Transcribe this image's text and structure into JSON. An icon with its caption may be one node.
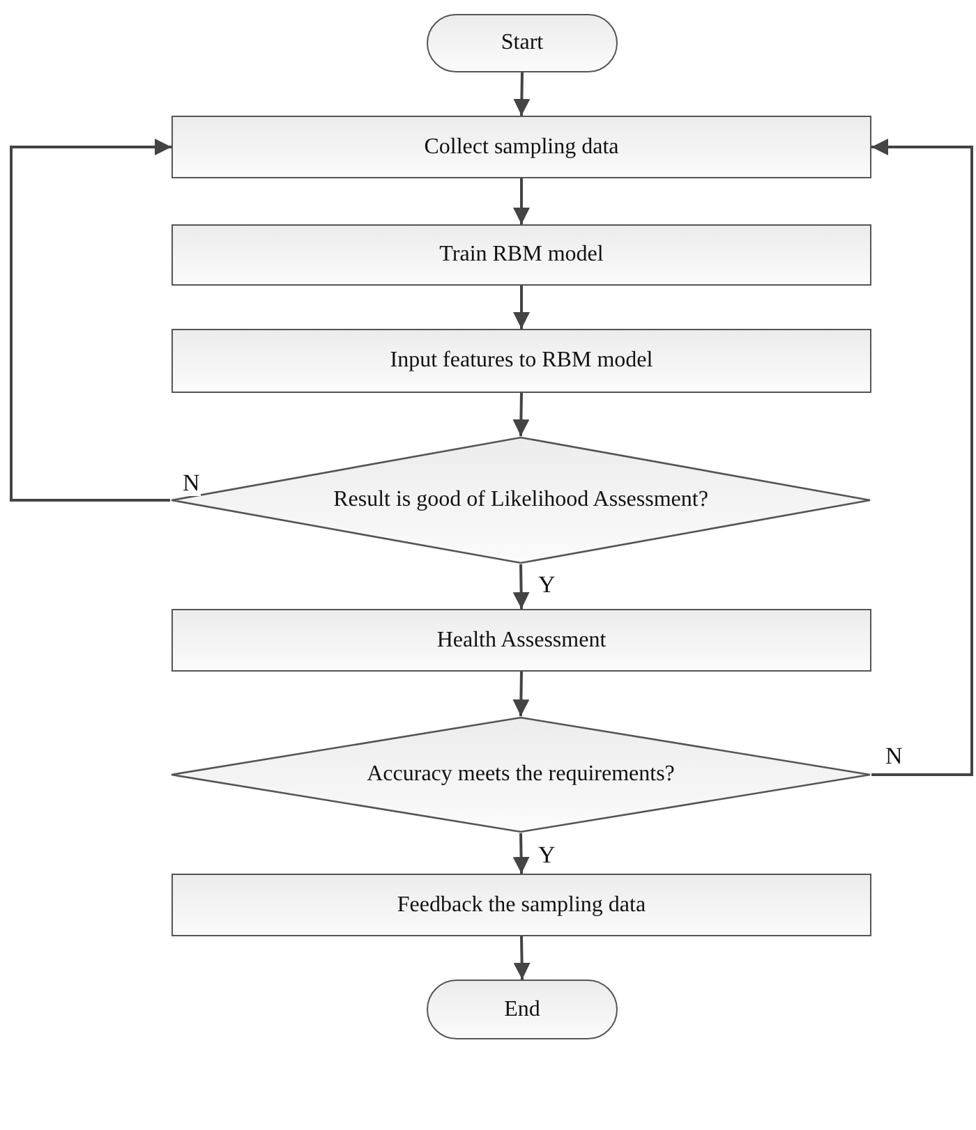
{
  "diagram": {
    "nodes": [
      {
        "text": [
          "Start"
        ]
      },
      {
        "text": [
          "Collect sampling data"
        ]
      },
      {
        "text": [
          "Train RBM model"
        ]
      },
      {
        "text": [
          "Input features to RBM model"
        ]
      },
      {
        "text": [
          "Result is good of Likelihood Assessment?"
        ]
      },
      {
        "text": [
          "Health Assessment"
        ]
      },
      {
        "text": [
          "Accuracy meets the requirements?"
        ]
      },
      {
        "text": [
          "Feedback the sampling data"
        ]
      },
      {
        "text": [
          "End"
        ]
      }
    ],
    "edges": [
      {
        "from": 0,
        "to": 1,
        "arrow": "to"
      },
      {
        "from": 1,
        "to": 2,
        "arrow": "to"
      },
      {
        "from": 2,
        "to": 3,
        "arrow": "to"
      },
      {
        "from": 3,
        "to": 4,
        "arrow": "to"
      },
      {
        "from": 4,
        "to": 1,
        "arrow": "to",
        "label": "N"
      },
      {
        "from": 4,
        "to": 5,
        "arrow": "to",
        "label": "Y"
      },
      {
        "from": 5,
        "to": 6,
        "arrow": "to"
      },
      {
        "from": 6,
        "to": 1,
        "arrow": "to",
        "label": "N"
      },
      {
        "from": 6,
        "to": 7,
        "arrow": "to",
        "label": "Y"
      },
      {
        "from": 7,
        "to": 8,
        "arrow": "to"
      }
    ]
  }
}
